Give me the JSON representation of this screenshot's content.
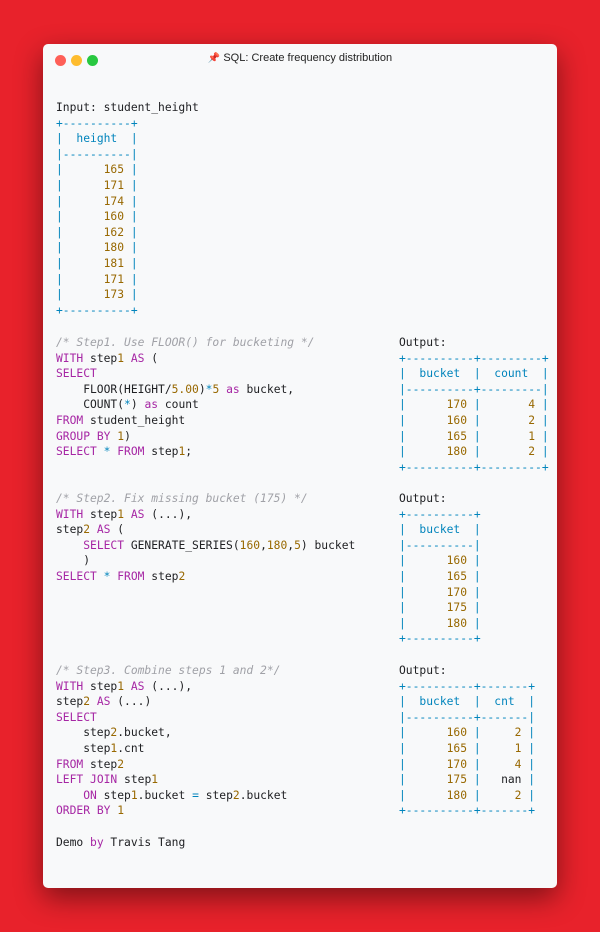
{
  "window": {
    "title": "SQL: Create frequency distribution",
    "pin_icon": "pushpin-icon"
  },
  "input_label": "Input: student_height",
  "input_table": {
    "header": "height",
    "rows": [
      "165",
      "171",
      "174",
      "160",
      "162",
      "180",
      "181",
      "171",
      "173"
    ]
  },
  "step1": {
    "comment": "/* Step1. Use FLOOR() for bucketing */",
    "code": [
      "WITH step1 AS (",
      "SELECT",
      "    FLOOR(HEIGHT/5.00)*5 as bucket,",
      "    COUNT(*) as count",
      "FROM student_height",
      "GROUP BY 1)",
      "SELECT * FROM step1;"
    ],
    "output_label": "Output:",
    "output": {
      "columns": [
        "bucket",
        "count"
      ],
      "rows": [
        [
          "170",
          "4"
        ],
        [
          "160",
          "2"
        ],
        [
          "165",
          "1"
        ],
        [
          "180",
          "2"
        ]
      ]
    }
  },
  "step2": {
    "comment": "/* Step2. Fix missing bucket (175) */",
    "code": [
      "WITH step1 AS (...),",
      "step2 AS (",
      "    SELECT GENERATE_SERIES(160,180,5) bucket",
      "    )",
      "SELECT * FROM step2"
    ],
    "output_label": "Output:",
    "output": {
      "columns": [
        "bucket"
      ],
      "rows": [
        [
          "160"
        ],
        [
          "165"
        ],
        [
          "170"
        ],
        [
          "175"
        ],
        [
          "180"
        ]
      ]
    }
  },
  "step3": {
    "comment": "/* Step3. Combine steps 1 and 2*/",
    "code": [
      "WITH step1 AS (...),",
      "step2 AS (...)",
      "SELECT",
      "    step2.bucket,",
      "    step1.cnt",
      "FROM step2",
      "LEFT JOIN step1",
      "    ON step1.bucket = step2.bucket",
      "ORDER BY 1"
    ],
    "output_label": "Output:",
    "output": {
      "columns": [
        "bucket",
        "cnt"
      ],
      "rows": [
        [
          "160",
          "2"
        ],
        [
          "165",
          "1"
        ],
        [
          "170",
          "4"
        ],
        [
          "175",
          "nan"
        ],
        [
          "180",
          "2"
        ]
      ]
    }
  },
  "footer": "Demo by Travis Tang",
  "colors": {
    "background": "#e8222b",
    "keyword": "#a626a4",
    "number": "#986801",
    "border": "#0184bc",
    "comment": "#a0a1a7"
  }
}
